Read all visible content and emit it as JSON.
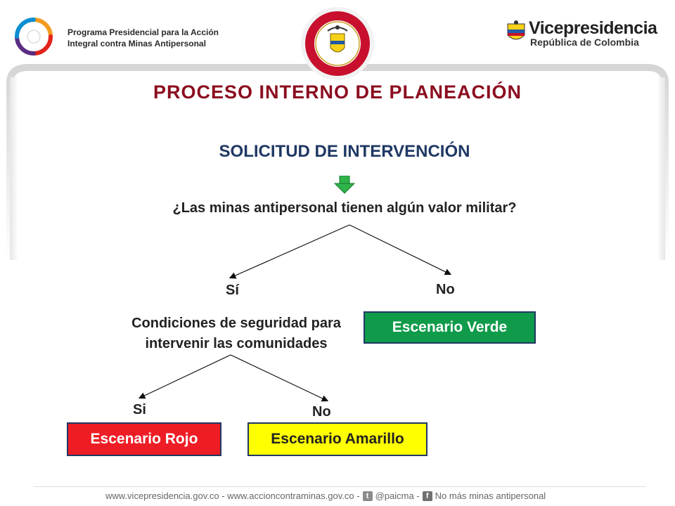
{
  "header": {
    "program_line1": "Programa Presidencial para la Acción",
    "program_line2": "Integral contra Minas Antipersonal",
    "vp_title": "Vicepresidencia",
    "vp_subtitle": "República de Colombia",
    "seal_icon": "colombia-seal-icon"
  },
  "slide": {
    "title": "PROCESO INTERNO DE PLANEACIÓN",
    "subtitle": "SOLICITUD DE INTERVENCIÓN",
    "question": "¿Las minas antipersonal tienen algún valor militar?",
    "yes_1": "Sí",
    "no_1": "No",
    "condition": "Condiciones de seguridad para intervenir las comunidades",
    "yes_2": "Si",
    "no_2": "No",
    "box_verde": "Escenario Verde",
    "box_rojo": "Escenario Rojo",
    "box_amarillo": "Escenario Amarillo"
  },
  "colors": {
    "title": "#8b0d1f",
    "subtitle": "#1f3864",
    "verde": "#0f9b4a",
    "rojo": "#ee1c25",
    "amarillo": "#ffff00",
    "arrow": "#2db34a"
  },
  "footer": {
    "site1": "www.vicepresidencia.gov.co",
    "sep1": "-",
    "site2": "www.accioncontraminas.gov.co",
    "sep2": "-",
    "twitter": "@paicma",
    "sep3": "-",
    "facebook": "No más minas antipersonal"
  }
}
